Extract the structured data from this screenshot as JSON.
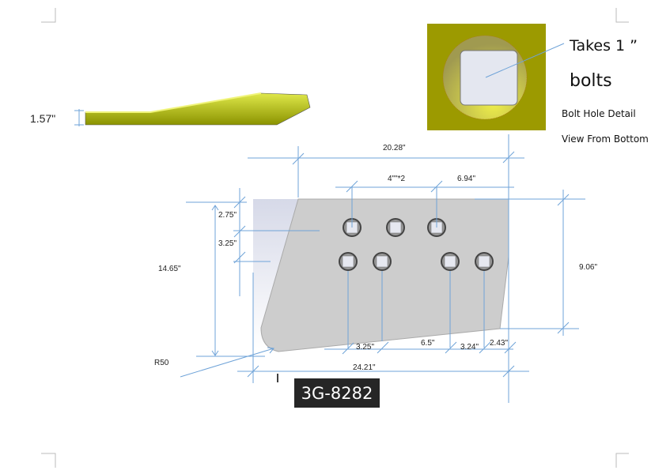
{
  "side_view": {
    "thickness_label": "1.57\""
  },
  "bolt_detail": {
    "takes_label": "Takes  1 ”",
    "bolts_label": "bolts",
    "title": "Bolt Hole Detail",
    "subtitle": "View From Bottom"
  },
  "dimensions": {
    "top_width": "20.28\"",
    "hole_spacing": "4\"\"*2",
    "hole_offset": "6.94\"",
    "top_edge_to_row1": "2.75\"",
    "row_spacing": "3.25\"",
    "left_height": "14.65\"",
    "right_height": "9.06\"",
    "corner_radius": "R50",
    "bottom_spacing_1": "3.25\"",
    "bottom_spacing_2": "6.5\"",
    "bottom_spacing_3": "3.24\"",
    "bottom_spacing_4": "2.43\"",
    "bottom_width": "24.21\""
  },
  "part_number": "3G-8282",
  "colors": {
    "dimension_line": "#6fa3d8",
    "plate": "#cfcfcf",
    "bolt_detail_bg": "#9c9a00",
    "part_yellow": "#c8d62a"
  }
}
